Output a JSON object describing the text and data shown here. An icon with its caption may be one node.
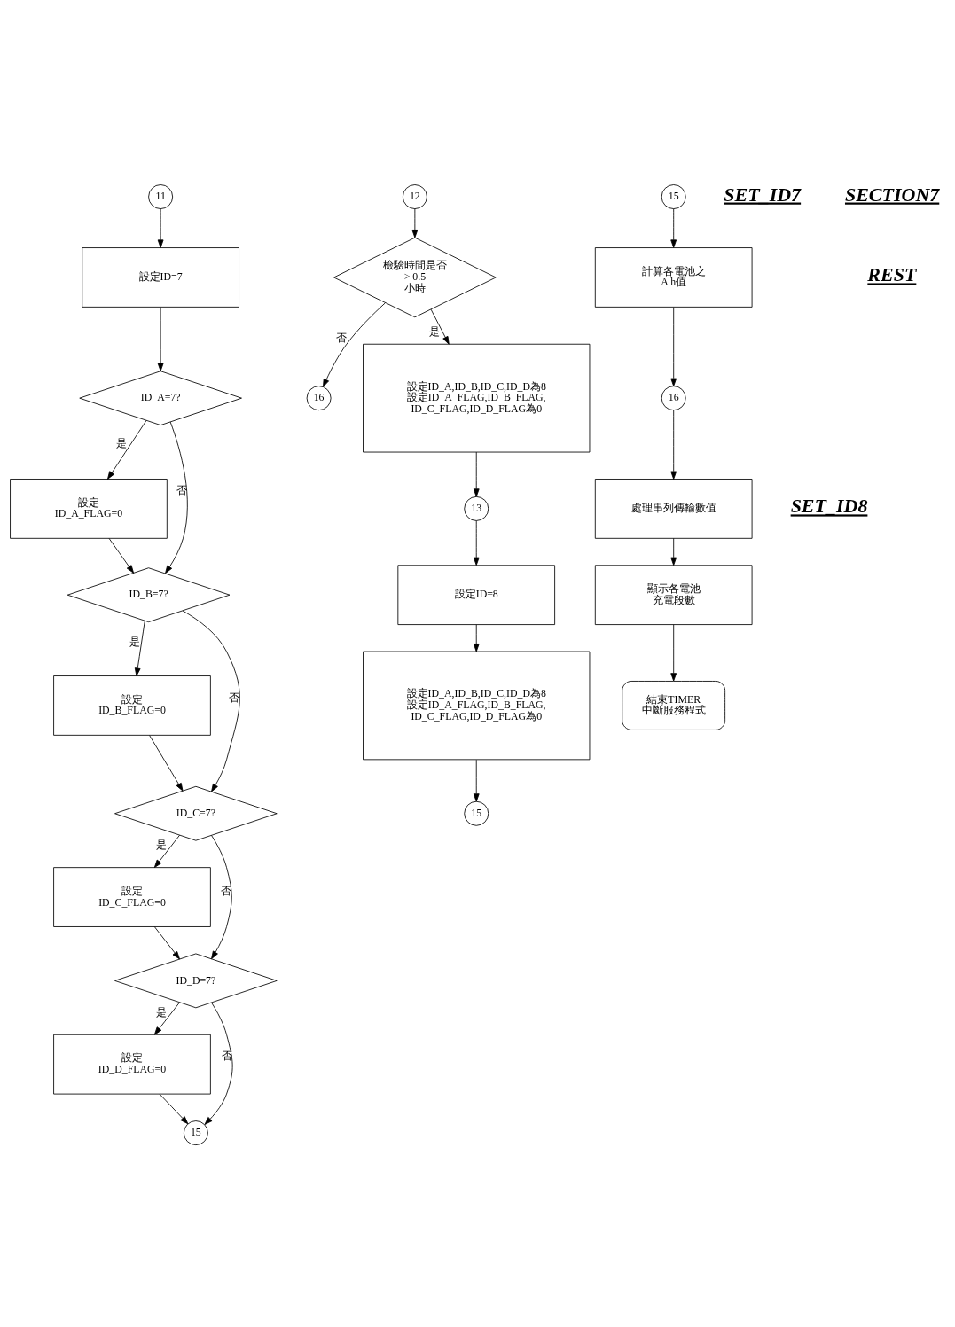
{
  "diagram": {
    "nodes": [
      {
        "text": [
          "11"
        ]
      },
      {
        "text": [
          "設定ID=7"
        ]
      },
      {
        "text": [
          "ID_A=7?"
        ]
      },
      {
        "text": [
          "設定 ID_A_FLAG=0"
        ]
      },
      {
        "text": [
          "ID_B=7?"
        ]
      },
      {
        "text": [
          "設定 ID_B_FLAG=0"
        ]
      },
      {
        "text": [
          "ID_C=7?"
        ]
      },
      {
        "text": [
          "設定 ID_C_FLAG=0"
        ]
      },
      {
        "text": [
          "ID_D=7?"
        ]
      },
      {
        "text": [
          "設定 ID_D_FLAG=0"
        ]
      },
      {
        "text": [
          "15"
        ]
      },
      {
        "text": [
          "12"
        ]
      },
      {
        "text": [
          "檢驗時間是否 > 0.5 小時"
        ]
      },
      {
        "text": [
          "16"
        ]
      },
      {
        "text": [
          "設定ID_A,ID_B,ID_C,ID_D為8 設定ID_A_FLAG,ID_B_FLAG, ID_C_FLAG,ID_D_FLAG為0"
        ]
      },
      {
        "text": [
          "13"
        ]
      },
      {
        "text": [
          "設定ID=8"
        ]
      },
      {
        "text": [
          "設定ID_A,ID_B,ID_C,ID_D為8 設定ID_A_FLAG,ID_B_FLAG, ID_C_FLAG,ID_D_FLAG為0"
        ]
      },
      {
        "text": [
          "15"
        ]
      },
      {
        "text": [
          "15"
        ]
      },
      {
        "text": [
          "計算各電池之 A h值"
        ]
      },
      {
        "text": [
          "16"
        ]
      },
      {
        "text": [
          "處理串列傳輸數值"
        ]
      },
      {
        "text": [
          "顯示各電池充電段數"
        ]
      },
      {
        "text": [
          "結束TIMER中斷服務程式"
        ]
      }
    ],
    "edges": [
      {
        "from": 0,
        "to": 1,
        "arrow": "to"
      },
      {
        "from": 1,
        "to": 2,
        "arrow": "to"
      },
      {
        "from": 2,
        "to": 3,
        "arrow": "to",
        "label": "是"
      },
      {
        "from": 2,
        "to": 4,
        "arrow": "to",
        "label": "否"
      },
      {
        "from": 3,
        "to": 4,
        "arrow": "to"
      },
      {
        "from": 4,
        "to": 5,
        "arrow": "to",
        "label": "是"
      },
      {
        "from": 4,
        "to": 6,
        "arrow": "to",
        "label": "否"
      },
      {
        "from": 5,
        "to": 6,
        "arrow": "to"
      },
      {
        "from": 6,
        "to": 7,
        "arrow": "to",
        "label": "是"
      },
      {
        "from": 6,
        "to": 8,
        "arrow": "to",
        "label": "否"
      },
      {
        "from": 7,
        "to": 8,
        "arrow": "to"
      },
      {
        "from": 8,
        "to": 9,
        "arrow": "to",
        "label": "是"
      },
      {
        "from": 8,
        "to": 10,
        "arrow": "to",
        "label": "否"
      },
      {
        "from": 9,
        "to": 10,
        "arrow": "to"
      },
      {
        "from": 11,
        "to": 12,
        "arrow": "to"
      },
      {
        "from": 12,
        "to": 13,
        "arrow": "to",
        "label": "否"
      },
      {
        "from": 12,
        "to": 14,
        "arrow": "to",
        "label": "是"
      },
      {
        "from": 14,
        "to": 15,
        "arrow": "to"
      },
      {
        "from": 15,
        "to": 16,
        "arrow": "to"
      },
      {
        "from": 16,
        "to": 17,
        "arrow": "to"
      },
      {
        "from": 17,
        "to": 18,
        "arrow": "to"
      },
      {
        "from": 19,
        "to": 20,
        "arrow": "to"
      },
      {
        "from": 20,
        "to": 21,
        "arrow": "to"
      },
      {
        "from": 21,
        "to": 22,
        "arrow": "to"
      },
      {
        "from": 22,
        "to": 23,
        "arrow": "to"
      },
      {
        "from": 23,
        "to": 24,
        "arrow": "to"
      }
    ],
    "labels": [
      "SET_ID7",
      "SECTION7",
      "REST",
      "SET_ID8"
    ]
  }
}
